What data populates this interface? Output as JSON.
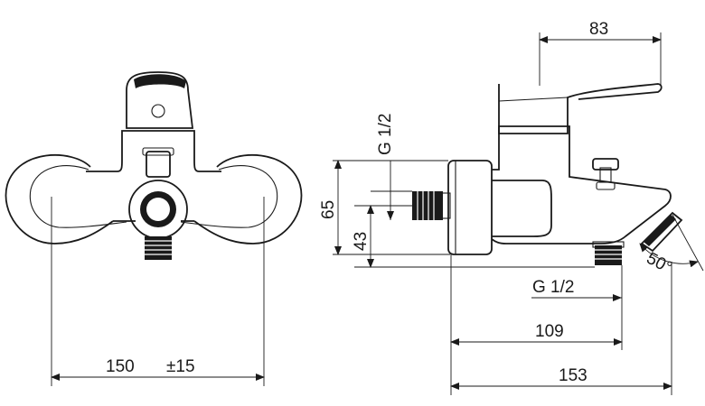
{
  "dimensions": {
    "spout_reach_upper": "83",
    "inlet_thread_vertical": "G 1/2",
    "height_65": "65",
    "height_43": "43",
    "angle": "50°",
    "outlet_thread": "G 1/2",
    "projection_109": "109",
    "projection_153": "153",
    "centre_distance": "150",
    "tolerance": "±15"
  }
}
